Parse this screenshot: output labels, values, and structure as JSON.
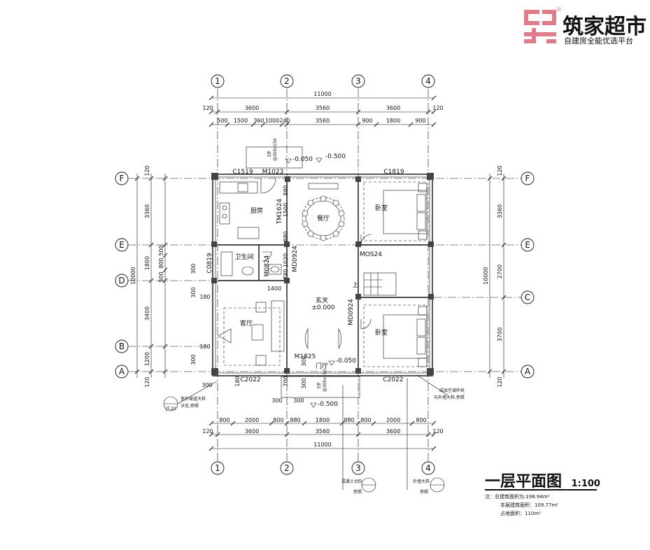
{
  "brand": {
    "name": "筑家超市",
    "tagline": "自建房全能优选平台",
    "registered": "®",
    "color": "#e07b8c"
  },
  "title": {
    "main": "一层平面图",
    "scale": "1:100"
  },
  "notes": [
    "注：总建筑面积为:198.94m²",
    "本层建筑面积：109.77m²",
    "占地面积：110m²"
  ],
  "axes": {
    "cols": [
      "1",
      "2",
      "3",
      "4"
    ],
    "rows": [
      "F",
      "E",
      "D",
      "C",
      "B",
      "A"
    ]
  },
  "dims_top": {
    "overall": "11000",
    "row2": [
      "120",
      "3600",
      "3560",
      "3600",
      "120"
    ],
    "row3": [
      "500",
      "1500",
      "360",
      "1000",
      "240",
      "3560",
      "900",
      "1800",
      "900"
    ]
  },
  "dims_bottom": {
    "row1": [
      "800",
      "2000",
      "800",
      "880",
      "1800",
      "880",
      "800",
      "2000",
      "800"
    ],
    "row2": [
      "120",
      "3600",
      "3560",
      "3600",
      "120"
    ],
    "overall": "11000"
  },
  "dims_left": {
    "overall": "10000",
    "row": [
      "3360",
      "1800",
      "800",
      "500",
      "500",
      "3400",
      "1200",
      "120",
      "120"
    ]
  },
  "dims_right": {
    "overall": "10000",
    "row": [
      "3360",
      "2700",
      "3700",
      "120",
      "120"
    ]
  },
  "dims_misc": [
    "300",
    "300",
    "300",
    "180",
    "180",
    "1400",
    "880",
    "1500",
    "1020",
    "780",
    "880",
    "300",
    "700",
    "300",
    "300",
    "300",
    "180",
    "300"
  ],
  "rooms": {
    "kitchen": "厨房",
    "dining": "餐厅",
    "bedroom": "卧室",
    "bathroom": "卫生间",
    "living": "客厅",
    "entrance": "玄关",
    "entrance_level": "±0.000",
    "door_hall": "门厅",
    "stair_up": "上"
  },
  "openings": {
    "C1519": "C1519",
    "M1023": "M1023",
    "C1819": "C1819",
    "TM1624": "TM1624",
    "MD0924a": "MD0924",
    "M0824": "M0824",
    "MOS24": "MOS24",
    "C0819": "C0819",
    "MD0924b": "MD0924",
    "M1825": "M1825",
    "C2022a": "C2022",
    "C2022b": "C2022"
  },
  "levels": {
    "l1": "-0.500",
    "l2": "-0.050",
    "l3": "-0.050",
    "l4": "-0.500"
  },
  "steps": {
    "s1": "3步",
    "s1b": "@300x150",
    "s2": "3步",
    "s2b": "@300x150"
  },
  "callouts": {
    "left1": "室外坡道大样",
    "left2": "详见,参照",
    "right1": "成品空调外机",
    "right2": "与外墙大样,参照",
    "b1": "混凝土台阶",
    "b1b": "参照",
    "b2": "外墙大样",
    "b2b": "参照",
    "ref": "JT-20"
  }
}
